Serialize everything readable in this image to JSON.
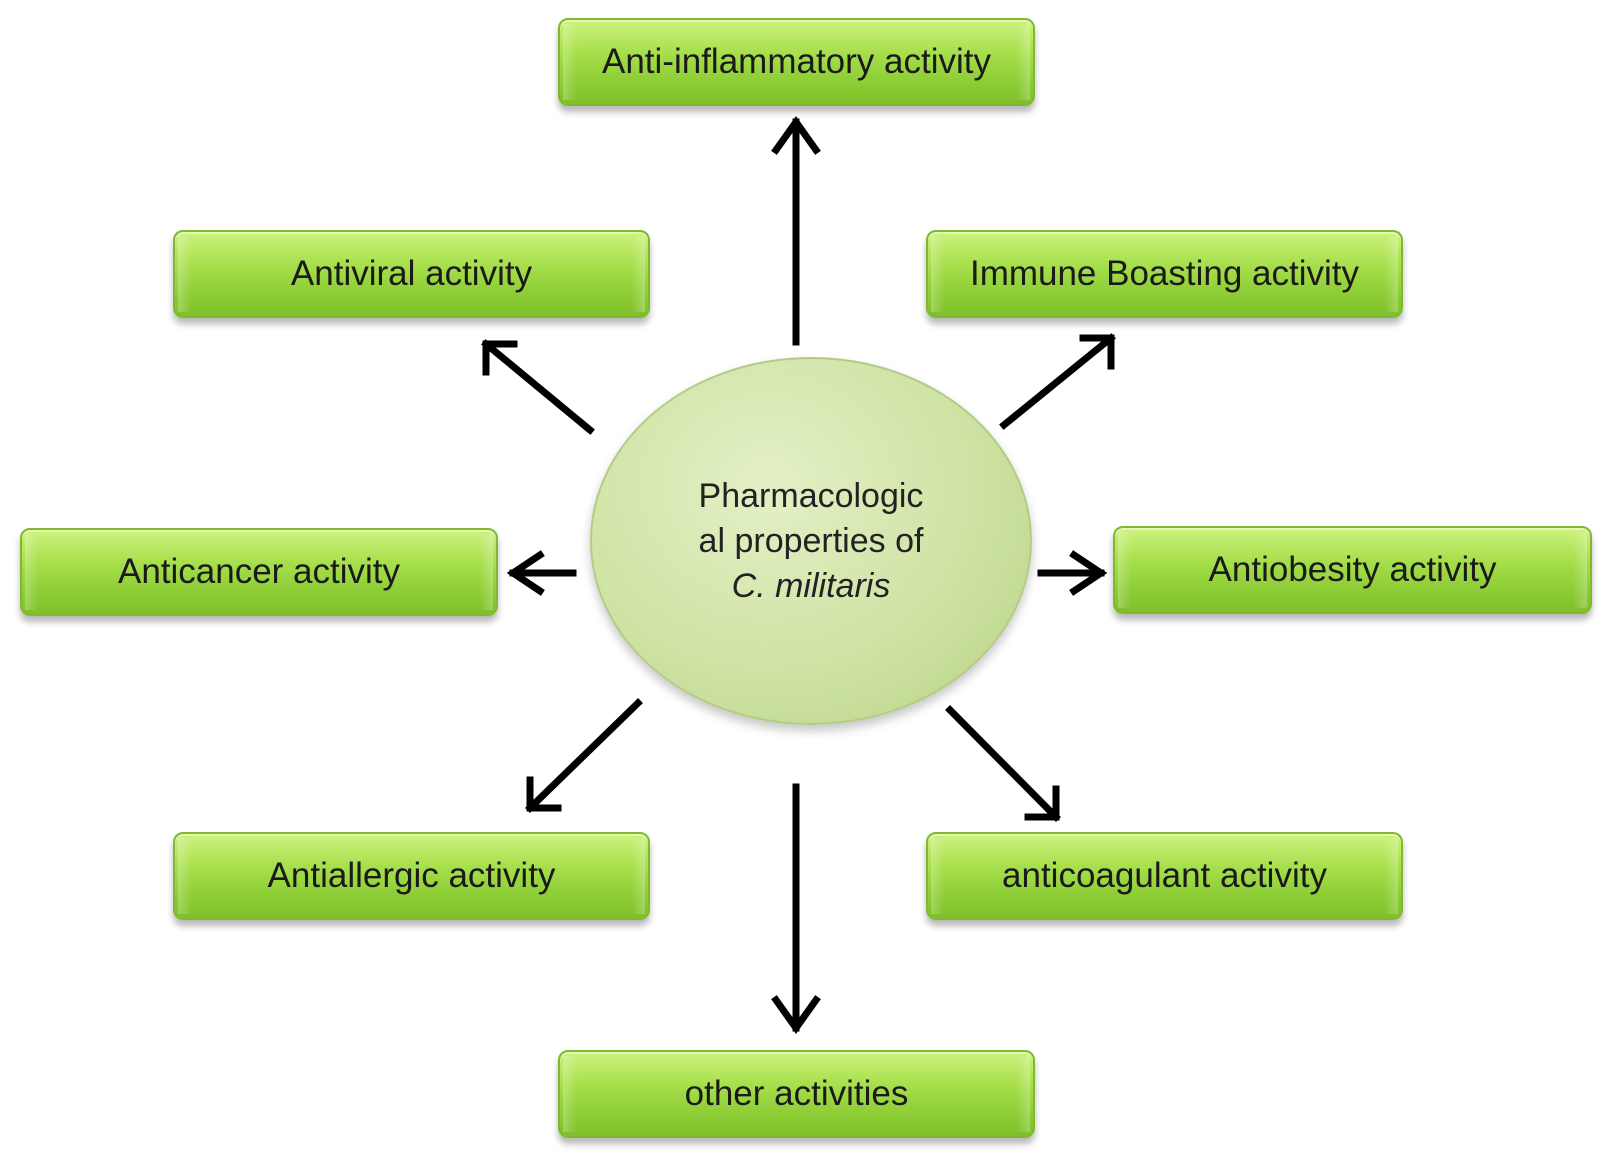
{
  "center": {
    "line1": "Pharmacologic",
    "line2": "al properties of",
    "line3": "C. militaris"
  },
  "nodes": [
    {
      "id": "anti-inflammatory",
      "label": "Anti-inflammatory activity"
    },
    {
      "id": "antiviral",
      "label": "Antiviral activity"
    },
    {
      "id": "immune-boasting",
      "label": "Immune Boasting activity"
    },
    {
      "id": "anticancer",
      "label": "Anticancer activity"
    },
    {
      "id": "antiobesity",
      "label": "Antiobesity activity"
    },
    {
      "id": "antiallergic",
      "label": "Antiallergic activity"
    },
    {
      "id": "anticoagulant",
      "label": "anticoagulant activity"
    },
    {
      "id": "other",
      "label": "other activities"
    }
  ],
  "colors": {
    "box_fill": "#a6df4b",
    "box_border": "#7fba2e",
    "center_fill": "#cfe3a4",
    "arrow": "#000000"
  }
}
